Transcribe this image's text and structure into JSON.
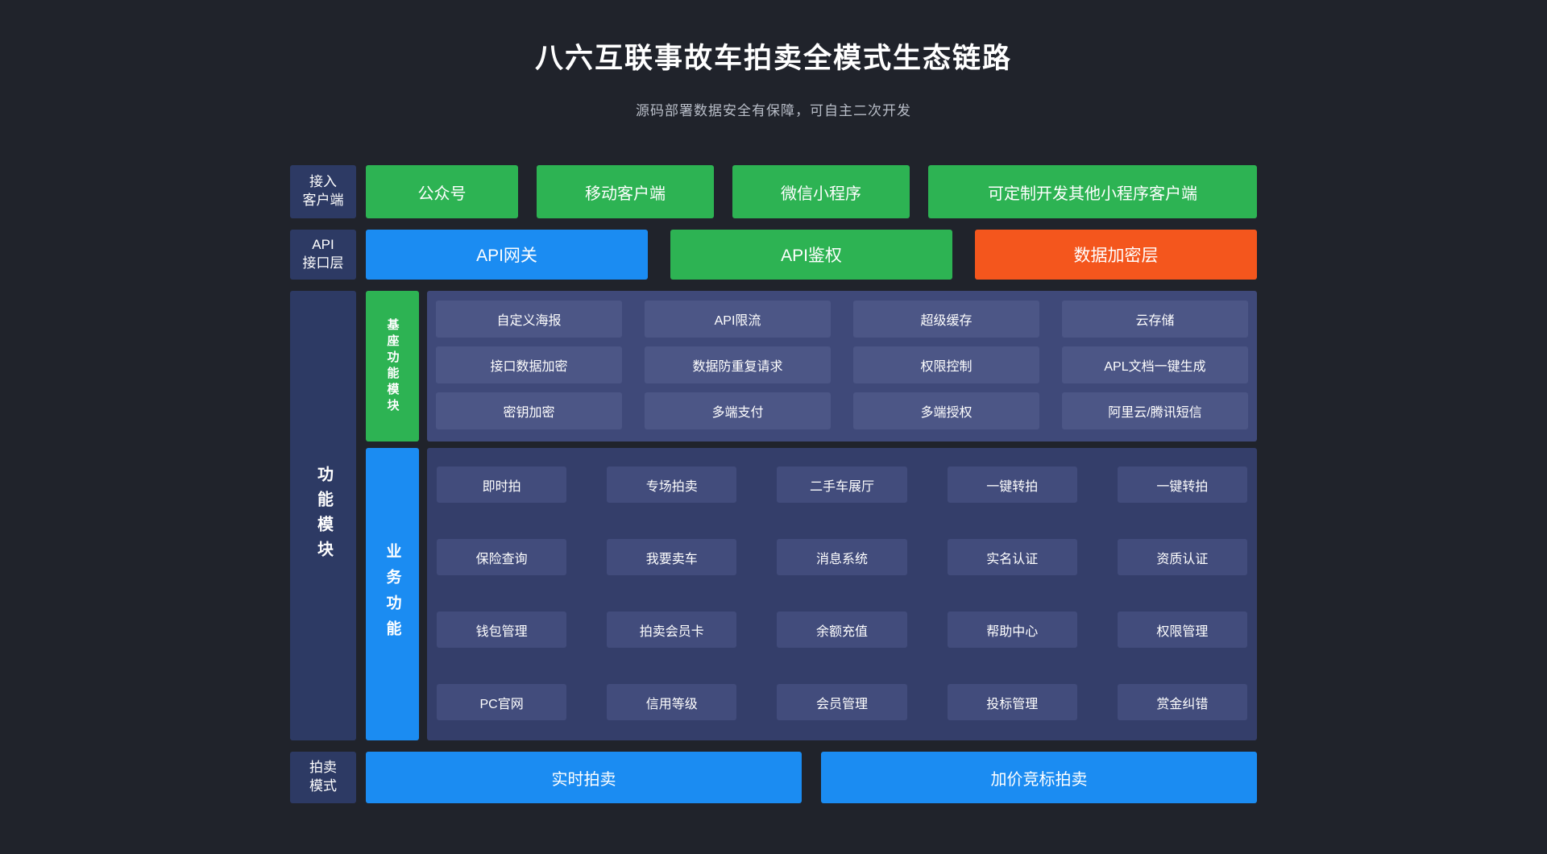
{
  "page": {
    "title": "八六互联事故车拍卖全模式生态链路",
    "subtitle": "源码部署数据安全有保障，可自主二次开发"
  },
  "colors": {
    "background": "#20232b",
    "side_label_navy": "#2d3a64",
    "green": "#2db353",
    "blue": "#1b8cf2",
    "orange": "#f4561d",
    "base_panel": "#3f4979",
    "base_chip": "#4c5686",
    "business_panel": "#343e6a",
    "business_chip": "#424c7c"
  },
  "client_row": {
    "label_line1": "接入",
    "label_line2": "客户端",
    "items": [
      "公众号",
      "移动客户端",
      "微信小程序",
      "可定制开发其他小程序客户端"
    ]
  },
  "api_row": {
    "label_line1": "API",
    "label_line2": "接口层",
    "items": [
      "API网关",
      "API鉴权",
      "数据加密层"
    ]
  },
  "modules": {
    "label": "功能模块",
    "base": {
      "label": "基座功能模块",
      "items": [
        "自定义海报",
        "API限流",
        "超级缓存",
        "云存储",
        "接口数据加密",
        "数据防重复请求",
        "权限控制",
        "APL文档一键生成",
        "密钥加密",
        "多端支付",
        "多端授权",
        "阿里云/腾讯短信"
      ]
    },
    "business": {
      "label": "业务功能",
      "items": [
        "即时拍",
        "专场拍卖",
        "二手车展厅",
        "一键转拍",
        "一键转拍",
        "保险查询",
        "我要卖车",
        "消息系统",
        "实名认证",
        "资质认证",
        "钱包管理",
        "拍卖会员卡",
        "余额充值",
        "帮助中心",
        "权限管理",
        "PC官网",
        "信用等级",
        "会员管理",
        "投标管理",
        "赏金纠错"
      ]
    }
  },
  "auction_row": {
    "label_line1": "拍卖",
    "label_line2": "模式",
    "items": [
      "实时拍卖",
      "加价竞标拍卖"
    ]
  }
}
